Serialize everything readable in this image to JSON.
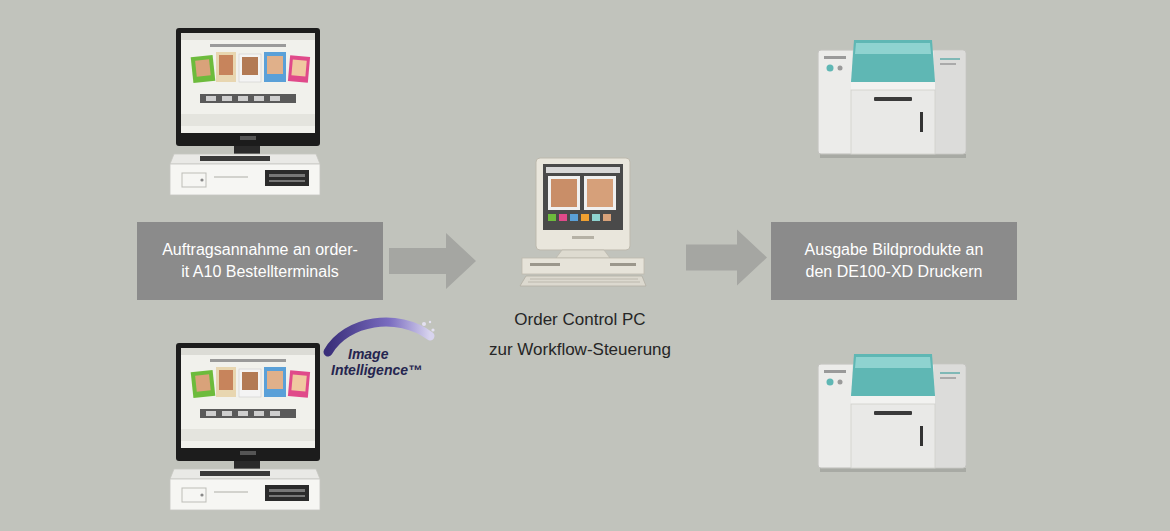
{
  "diagram": {
    "nodes": [
      {
        "text": [
          "Auftragsannahme an order-it A10 Bestellterminals"
        ]
      },
      {
        "text": [
          "Order Control PC",
          "zur Workflow-Steuerung"
        ]
      },
      {
        "text": [
          "Ausgabe Bildprodukte an den DE100-XD Druckern"
        ]
      }
    ],
    "edges": [
      {
        "from": 0,
        "to": 1,
        "arrow": "to"
      },
      {
        "from": 1,
        "to": 2,
        "arrow": "to"
      }
    ],
    "labels": [
      "Image",
      "Intelligence™"
    ]
  }
}
